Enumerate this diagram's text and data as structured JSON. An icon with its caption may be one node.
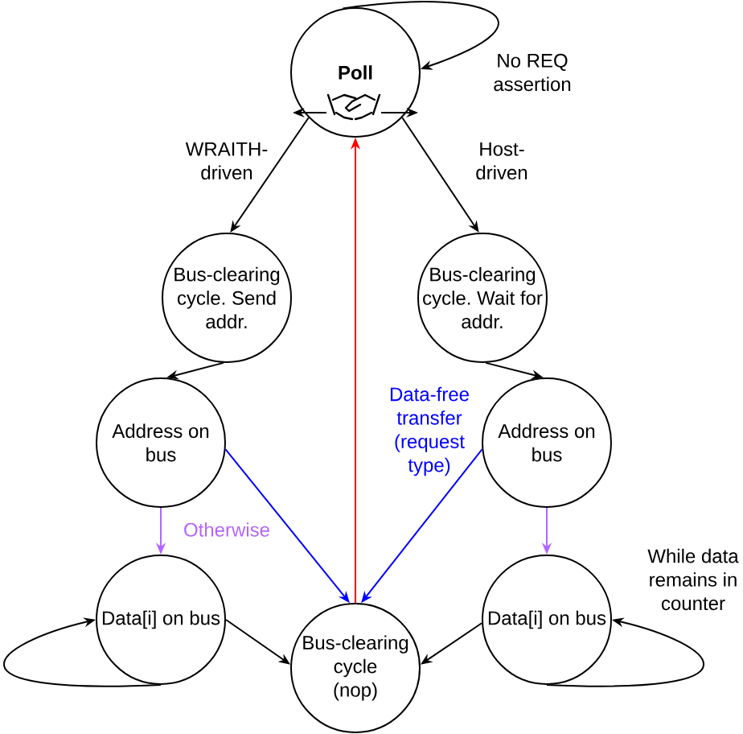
{
  "diagram": {
    "nodes": [
      {
        "text": [
          "Poll"
        ]
      },
      {
        "text": [
          "Bus-clearing cycle. Send addr."
        ]
      },
      {
        "text": [
          "Bus-clearing cycle. Wait for addr."
        ]
      },
      {
        "text": [
          "Address on bus"
        ]
      },
      {
        "text": [
          "Address on bus"
        ]
      },
      {
        "text": [
          "Data[i] on bus"
        ]
      },
      {
        "text": [
          "Bus-clearing cycle (nop)"
        ]
      },
      {
        "text": [
          "Data[i] on bus"
        ]
      }
    ],
    "edges": [
      {
        "from": 0,
        "to": 0,
        "arrow": "to",
        "label": "No REQ assertion"
      },
      {
        "from": 0,
        "to": 1,
        "arrow": "to",
        "label": "WRAITH- driven"
      },
      {
        "from": 0,
        "to": 2,
        "arrow": "to",
        "label": "Host- driven"
      },
      {
        "from": 1,
        "to": 3,
        "arrow": "to"
      },
      {
        "from": 2,
        "to": 4,
        "arrow": "to"
      },
      {
        "from": 3,
        "to": 5,
        "arrow": "to",
        "label": "Otherwise",
        "color": "#b266ff"
      },
      {
        "from": 4,
        "to": 7,
        "arrow": "to",
        "color": "#b266ff"
      },
      {
        "from": 3,
        "to": 6,
        "arrow": "to",
        "color": "#0000ff"
      },
      {
        "from": 4,
        "to": 6,
        "arrow": "to",
        "label": "Data-free transfer (request type)",
        "color": "#0000ff"
      },
      {
        "from": 6,
        "to": 0,
        "arrow": "to",
        "color": "#ff0000"
      },
      {
        "from": 5,
        "to": 5,
        "arrow": "to"
      },
      {
        "from": 7,
        "to": 7,
        "arrow": "to",
        "label": "While data remains in counter"
      },
      {
        "from": 5,
        "to": 6,
        "arrow": "to"
      },
      {
        "from": 7,
        "to": 6,
        "arrow": "to"
      }
    ]
  }
}
